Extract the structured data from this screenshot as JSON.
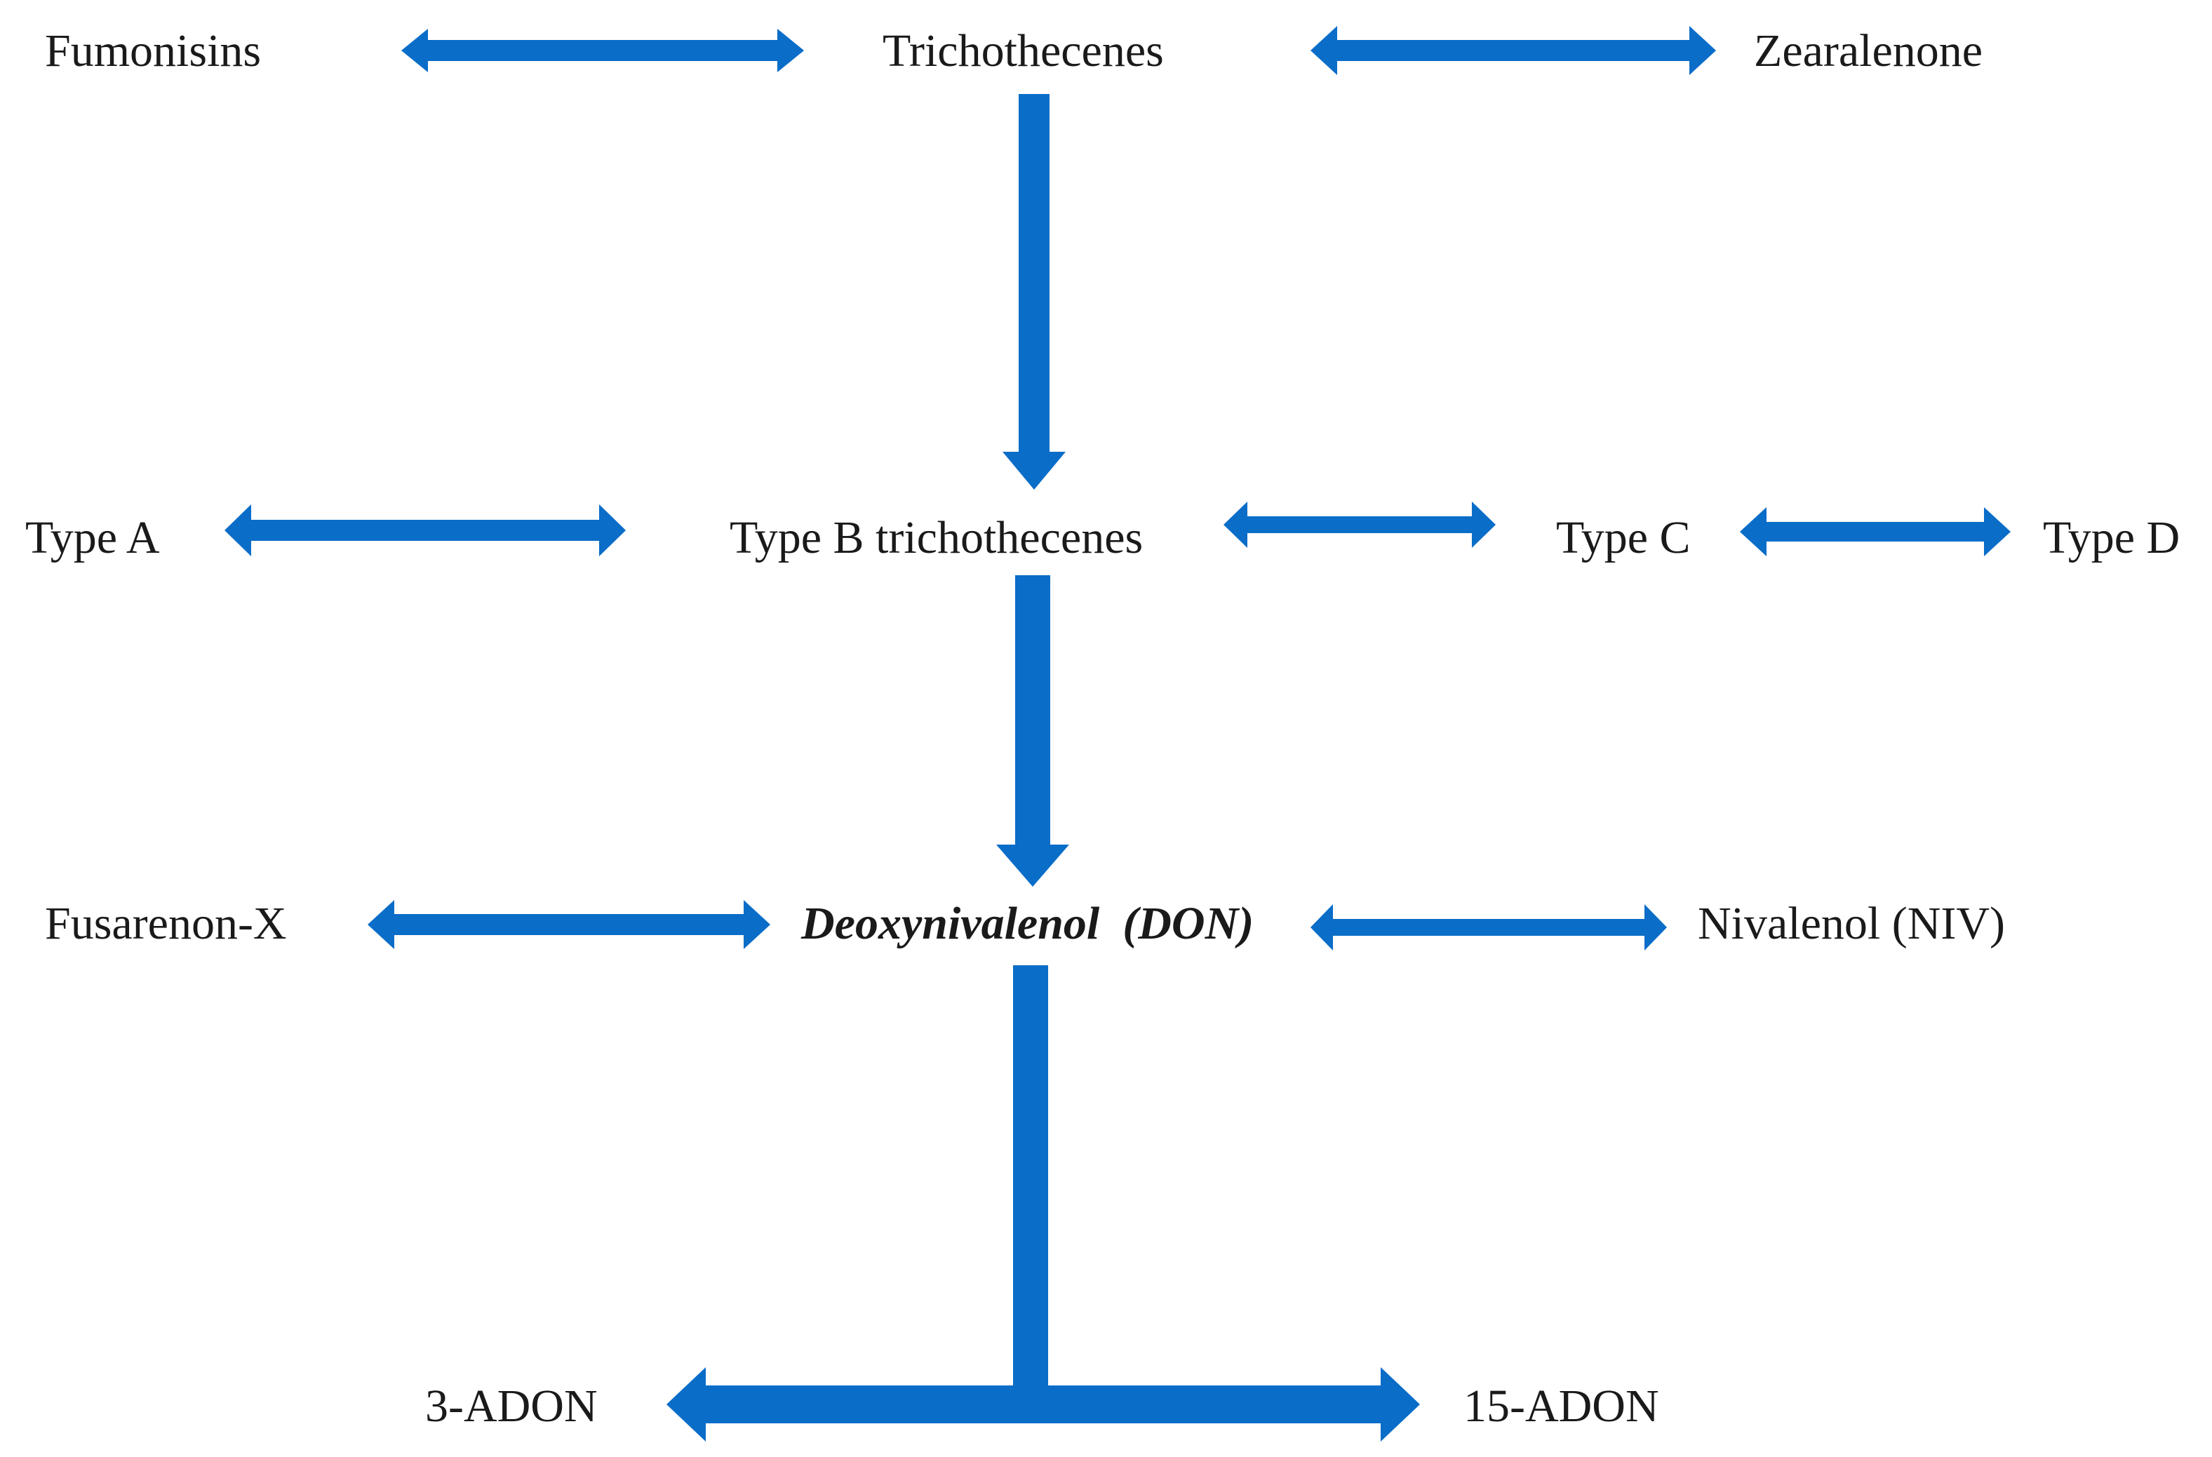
{
  "colors": {
    "arrow": "#0A6DC8",
    "text": "#1a1a1a",
    "background": "#ffffff"
  },
  "nodes": {
    "fumonisins": "Fumonisins",
    "trichothecenes": "Trichothecenes",
    "zearalenone": "Zearalenone",
    "type_a": "Type A",
    "type_b": "Type B trichothecenes",
    "type_c": "Type C",
    "type_d": "Type D",
    "fusarenon_x": "Fusarenon-X",
    "don": "Deoxynivalenol  (DON)",
    "niv": "Nivalenol (NIV)",
    "adon3": "3-ADON",
    "adon15": "15-ADON"
  },
  "arrows": [
    {
      "id": "fumonisins-trichothecenes",
      "kind": "double"
    },
    {
      "id": "trichothecenes-zearalenone",
      "kind": "double"
    },
    {
      "id": "trichothecenes-typeb",
      "kind": "down"
    },
    {
      "id": "typea-typeb",
      "kind": "double"
    },
    {
      "id": "typeb-typec",
      "kind": "double"
    },
    {
      "id": "typec-typed",
      "kind": "double"
    },
    {
      "id": "typeb-don",
      "kind": "down"
    },
    {
      "id": "fusarenonx-don",
      "kind": "double"
    },
    {
      "id": "don-niv",
      "kind": "double"
    },
    {
      "id": "don-split",
      "kind": "stem"
    },
    {
      "id": "adon3-adon15",
      "kind": "double"
    }
  ]
}
